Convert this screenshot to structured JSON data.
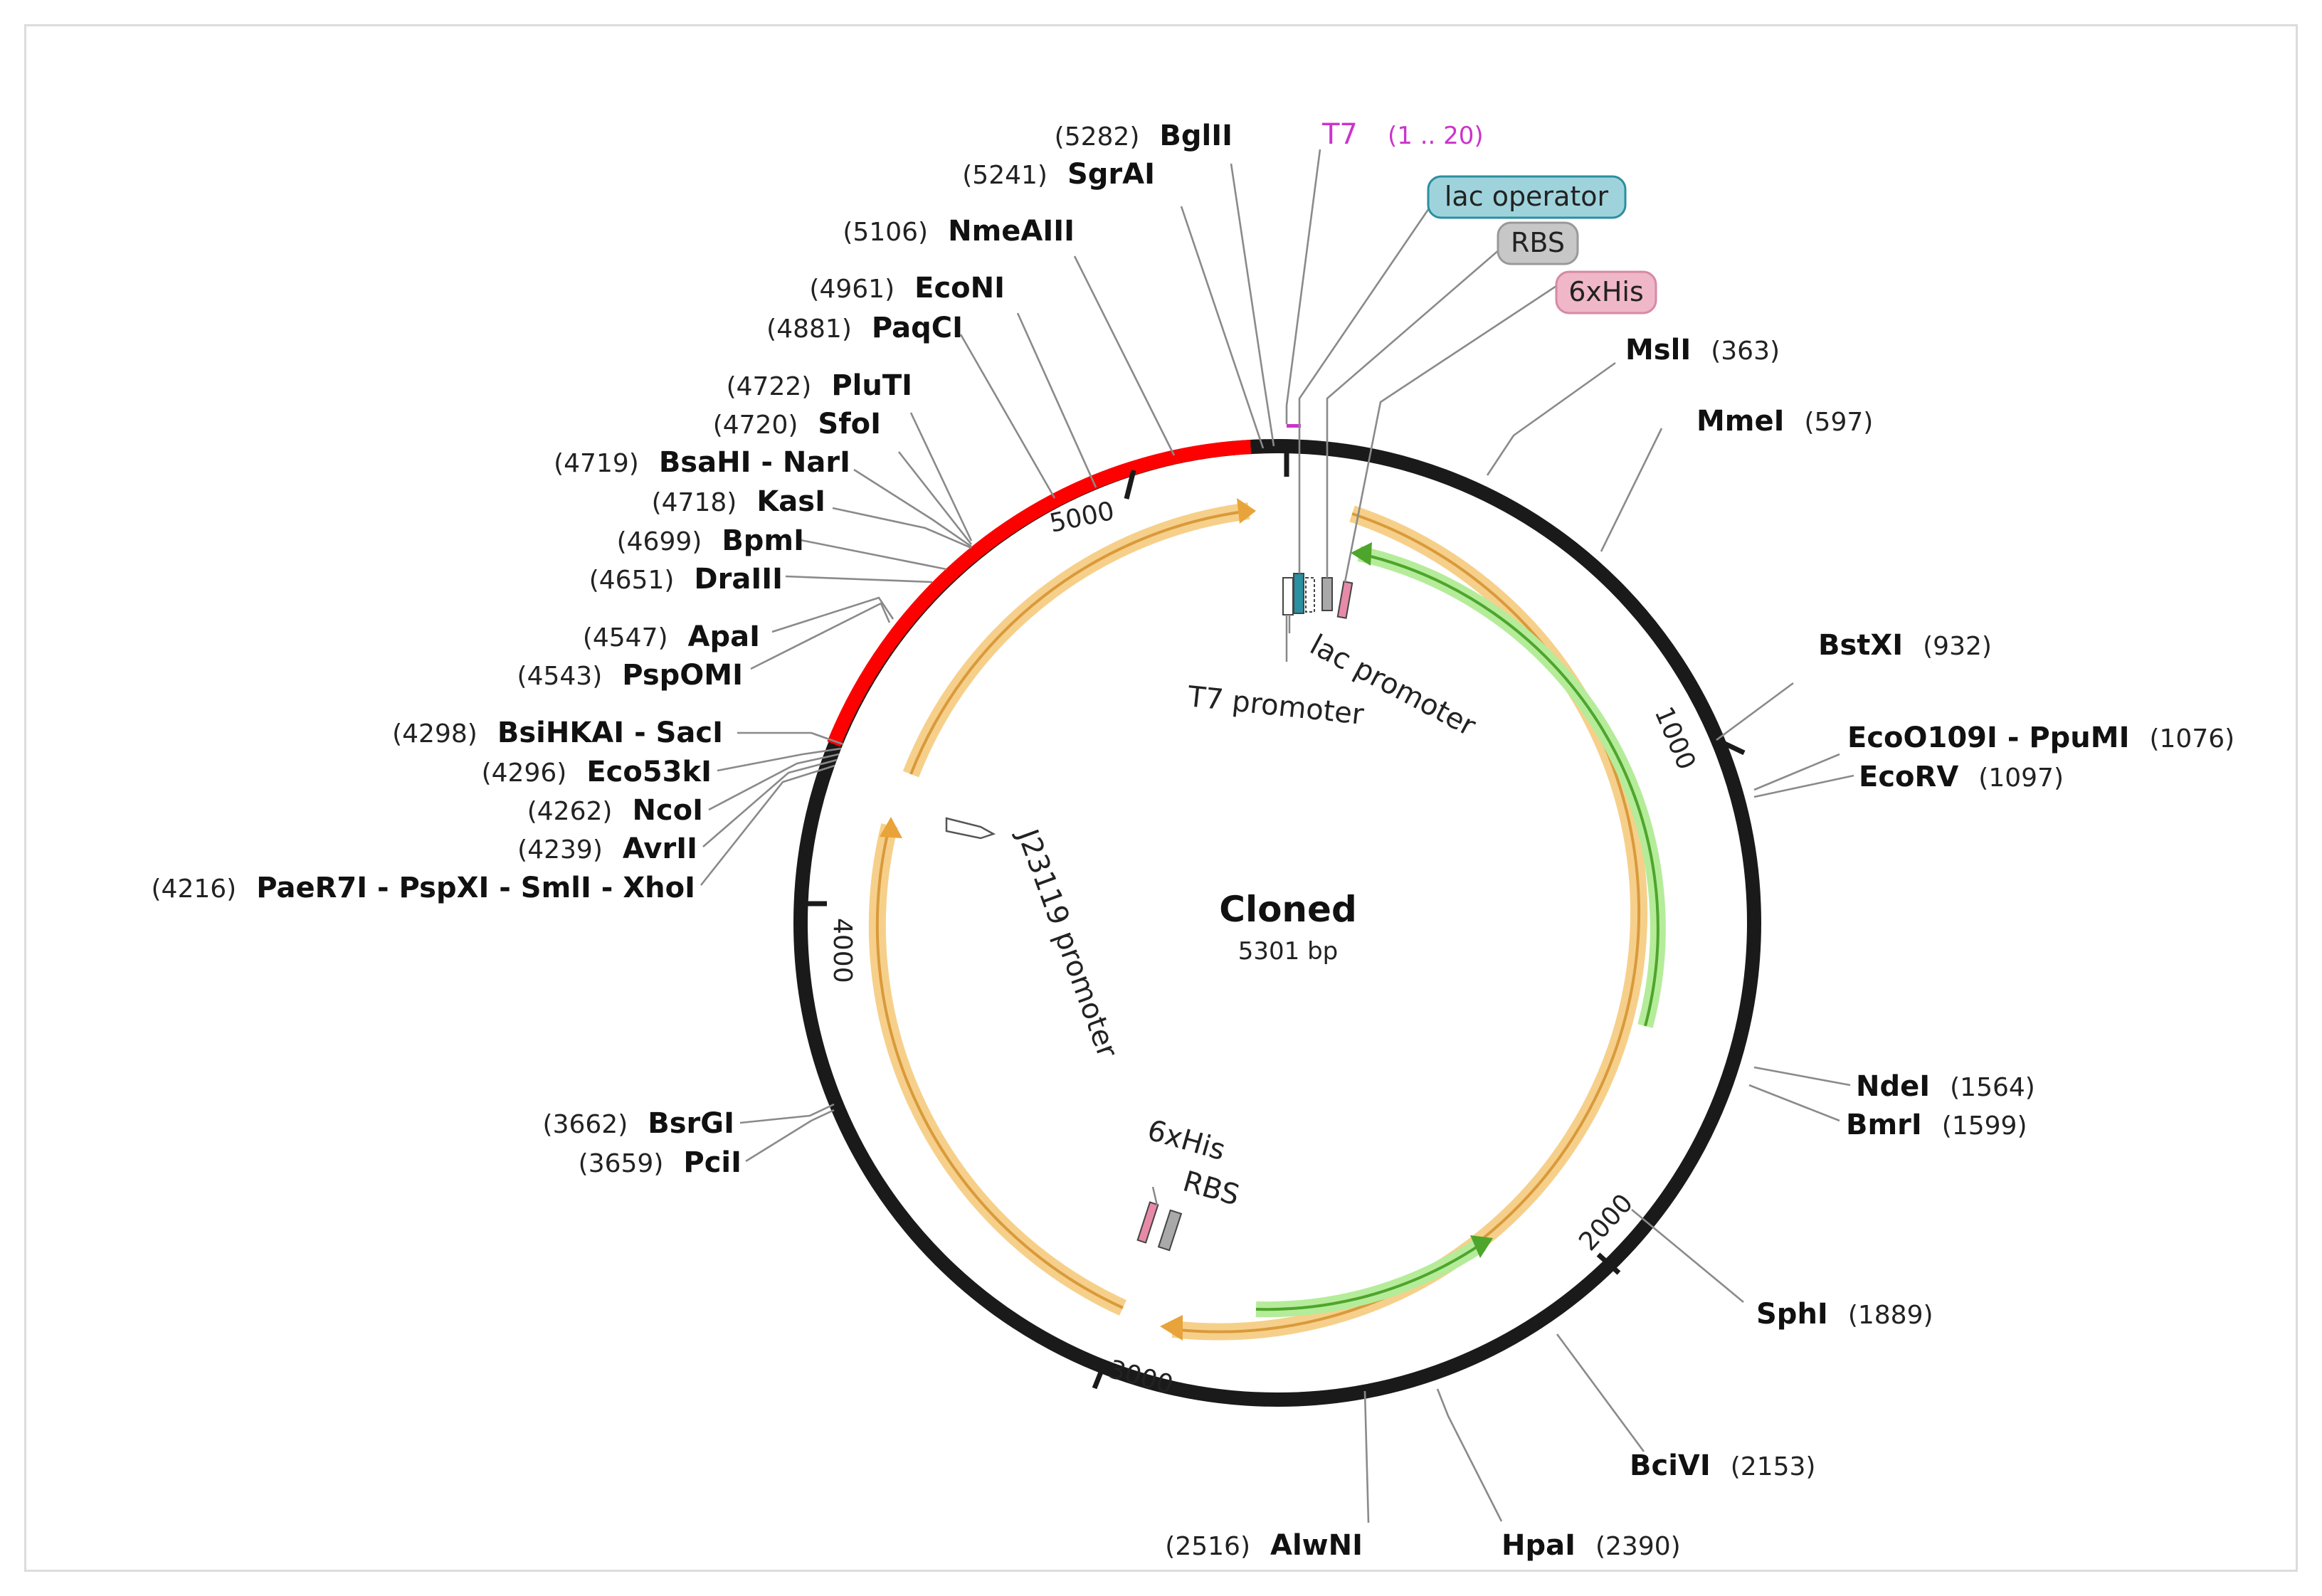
{
  "plasmid": {
    "name": "Cloned",
    "length_label": "5301 bp"
  },
  "ruler_ticks": [
    "1000",
    "2000",
    "3000",
    "4000",
    "5000"
  ],
  "sites_left": [
    {
      "pos": "(5282)",
      "name": "BglII"
    },
    {
      "pos": "(5241)",
      "name": "SgrAI"
    },
    {
      "pos": "(5106)",
      "name": "NmeAIII"
    },
    {
      "pos": "(4961)",
      "name": "EcoNI"
    },
    {
      "pos": "(4881)",
      "name": "PaqCI"
    },
    {
      "pos": "(4722)",
      "name": "PluTI"
    },
    {
      "pos": "(4720)",
      "name": "SfoI"
    },
    {
      "pos": "(4719)",
      "name": "BsaHI - NarI"
    },
    {
      "pos": "(4718)",
      "name": "KasI"
    },
    {
      "pos": "(4699)",
      "name": "BpmI"
    },
    {
      "pos": "(4651)",
      "name": "DraIII"
    },
    {
      "pos": "(4547)",
      "name": "ApaI"
    },
    {
      "pos": "(4543)",
      "name": "PspOMI"
    },
    {
      "pos": "(4298)",
      "name": "BsiHKAI - SacI"
    },
    {
      "pos": "(4296)",
      "name": "Eco53kI"
    },
    {
      "pos": "(4262)",
      "name": "NcoI"
    },
    {
      "pos": "(4239)",
      "name": "AvrII"
    },
    {
      "pos": "(4216)",
      "name": "PaeR7I - PspXI - SmlI - XhoI"
    },
    {
      "pos": "(3662)",
      "name": "BsrGI"
    },
    {
      "pos": "(3659)",
      "name": "PciI"
    },
    {
      "pos": "(2516)",
      "name": "AlwNI"
    }
  ],
  "sites_right": [
    {
      "name": "MslI",
      "pos": "(363)"
    },
    {
      "name": "MmeI",
      "pos": "(597)"
    },
    {
      "name": "BstXI",
      "pos": "(932)"
    },
    {
      "name": "EcoO109I - PpuMI",
      "pos": "(1076)"
    },
    {
      "name": "EcoRV",
      "pos": "(1097)"
    },
    {
      "name": "NdeI",
      "pos": "(1564)"
    },
    {
      "name": "BmrI",
      "pos": "(1599)"
    },
    {
      "name": "SphI",
      "pos": "(1889)"
    },
    {
      "name": "BciVI",
      "pos": "(2153)"
    },
    {
      "name": "HpaI",
      "pos": "(2390)"
    }
  ],
  "top_features": {
    "t7_name": "T7",
    "t7_range": "(1 .. 20)",
    "lac_operator": "lac operator",
    "rbs": "RBS",
    "his": "6xHis"
  },
  "inner_labels": {
    "lac_promoter": "lac promoter",
    "t7_promoter": "T7 promoter",
    "j23119_promoter": "J23119 promoter",
    "his_bottom": "6xHis",
    "rbs_bottom": "RBS"
  },
  "colors": {
    "backbone": "#1a1a1a",
    "highlight": "#ff0000",
    "orange_feature": "#f2c26b",
    "green_feature": "#8bd66a",
    "t7_label": "#cc33cc",
    "lac_operator_fill": "#9fd3dc",
    "rbs_fill": "#c0c0c0",
    "his_fill": "#efb7c8"
  }
}
